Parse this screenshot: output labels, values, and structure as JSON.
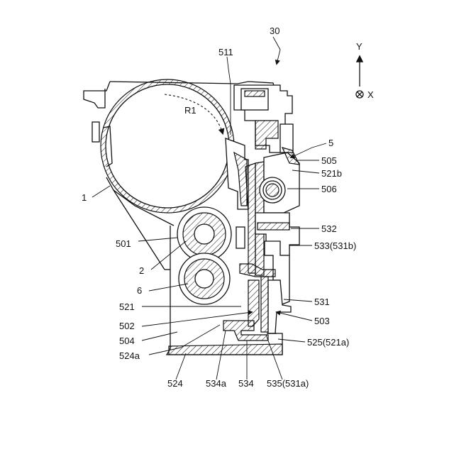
{
  "figure": {
    "ref_label": "30",
    "axes": {
      "y_label": "Y",
      "x_label": "X"
    },
    "rotation_label": "R1",
    "part_labels": {
      "p1": "1",
      "p2": "2",
      "p5": "5",
      "p6": "6",
      "p501": "501",
      "p502": "502",
      "p503": "503",
      "p504": "504",
      "p505": "505",
      "p506": "506",
      "p511": "511",
      "p521": "521",
      "p521b": "521b",
      "p524": "524",
      "p524a": "524a",
      "p525": "525(521a)",
      "p531": "531",
      "p532": "532",
      "p533": "533(531b)",
      "p534": "534",
      "p534a": "534a",
      "p535": "535(531a)"
    }
  }
}
